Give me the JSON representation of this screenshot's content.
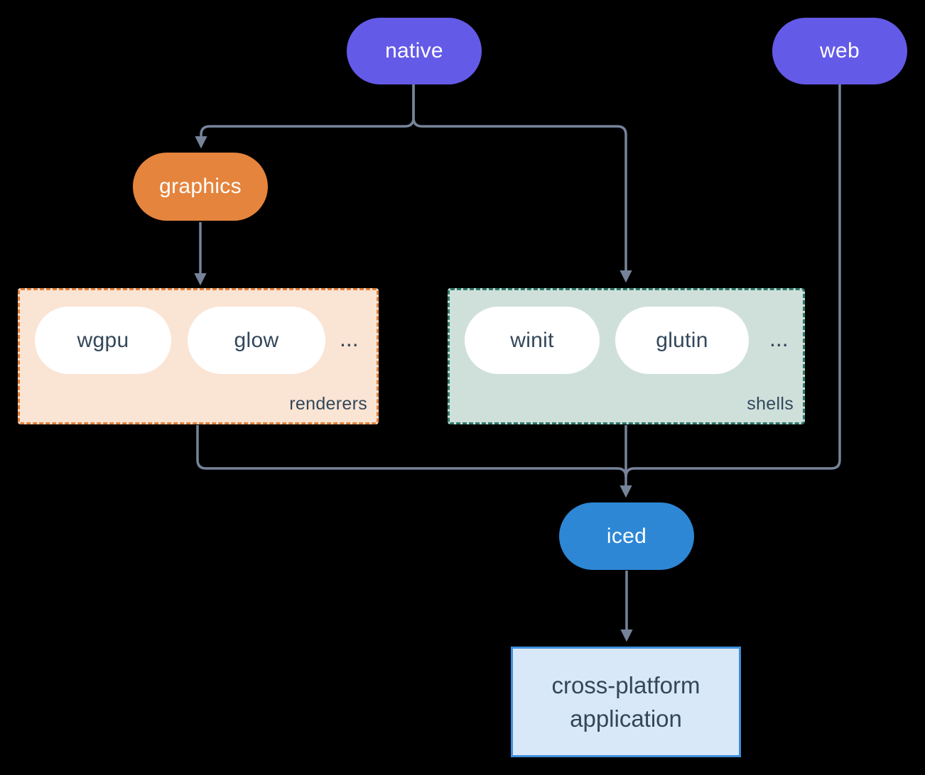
{
  "colors": {
    "background": "#000000",
    "platform_pill": "#645AE8",
    "graphics_pill": "#E5843D",
    "iced_pill": "#2D87D5",
    "dark_text": "#33475A",
    "connector": "#76849A",
    "renderers_bg": "#FAE4D4",
    "renderers_border": "#E0813C",
    "shells_bg": "#CFE0DA",
    "shells_border": "#2F7A6B",
    "app_box_bg": "#D9E8F8",
    "app_box_border": "#3F8EDC"
  },
  "nodes": {
    "native": {
      "label": "native"
    },
    "web": {
      "label": "web"
    },
    "graphics": {
      "label": "graphics"
    },
    "iced": {
      "label": "iced"
    },
    "application": {
      "line1": "cross-platform",
      "line2": "application"
    }
  },
  "groups": {
    "renderers": {
      "label": "renderers",
      "items": [
        "wgpu",
        "glow"
      ],
      "more": "..."
    },
    "shells": {
      "label": "shells",
      "items": [
        "winit",
        "glutin"
      ],
      "more": "..."
    }
  },
  "edges": [
    {
      "from": "native",
      "to": "graphics"
    },
    {
      "from": "native",
      "to": "shells"
    },
    {
      "from": "graphics",
      "to": "renderers"
    },
    {
      "from": "renderers",
      "to": "iced"
    },
    {
      "from": "shells",
      "to": "iced"
    },
    {
      "from": "web",
      "to": "iced"
    },
    {
      "from": "iced",
      "to": "application"
    }
  ]
}
